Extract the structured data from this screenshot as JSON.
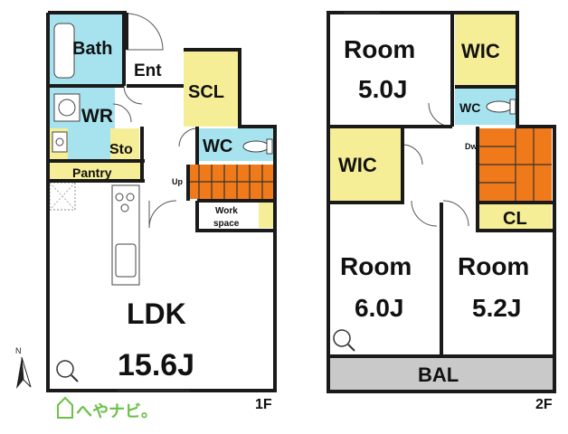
{
  "floor1": {
    "label": "1F",
    "rooms": {
      "bath": "Bath",
      "ent": "Ent",
      "scl": "SCL",
      "wr": "WR",
      "sto": "Sto",
      "pantry": "Pantry",
      "wc": "WC",
      "up": "Up",
      "workspace_line1": "Work",
      "workspace_line2": "space",
      "ldk": "LDK",
      "ldk_size": "15.6J"
    }
  },
  "floor2": {
    "label": "2F",
    "rooms": {
      "room_a": "Room",
      "room_a_size": "5.0J",
      "wic_top": "WIC",
      "wc": "WC",
      "wic_left": "WIC",
      "dw": "Dw",
      "room_b": "Room",
      "room_b_size": "6.0J",
      "room_c": "Room",
      "room_c_size": "5.2J",
      "cl": "CL",
      "bal": "BAL"
    }
  },
  "logo": {
    "text": "へやナビ。"
  },
  "colors": {
    "bath": "#a6e3ef",
    "storage": "#f6ee97",
    "stairs": "#f07a1a",
    "balcony": "#c9c9c9",
    "logo": "#6cc04a"
  }
}
